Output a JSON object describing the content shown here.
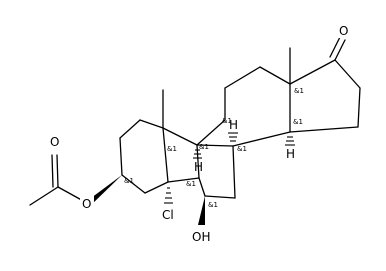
{
  "molecule": {
    "atoms": {
      "o_ketone": "O",
      "o_ester_carbonyl": "O",
      "o_ester": "O",
      "cl": "Cl",
      "oh": "OH"
    },
    "hydrogens": {
      "h9": "H",
      "h8": "H",
      "h14": "H"
    },
    "stereo_label": "&1"
  }
}
